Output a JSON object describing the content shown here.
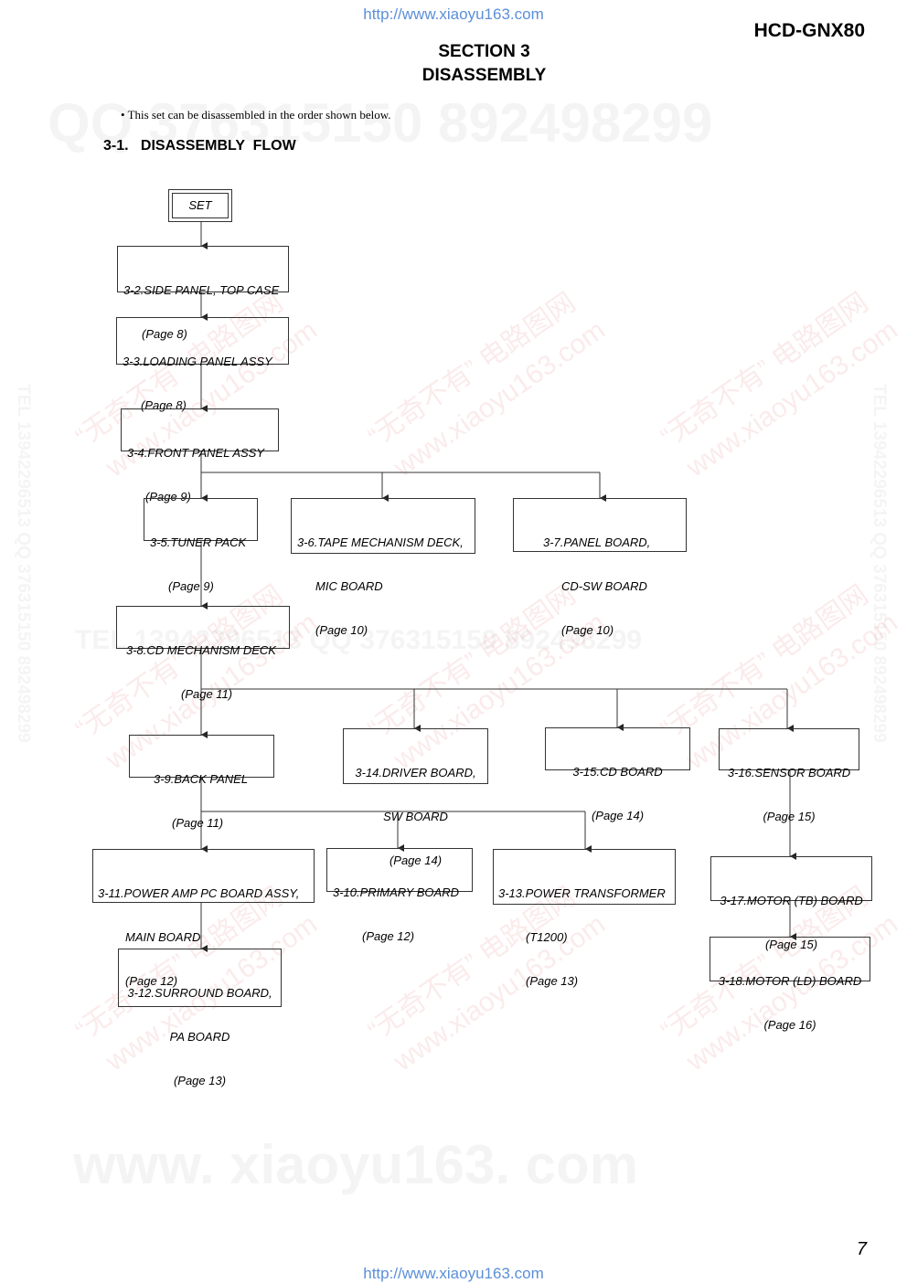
{
  "header": {
    "url_top": "http://www.xiaoyu163.com",
    "model": "HCD-GNX80",
    "section_line1": "SECTION 3",
    "section_line2": "DISASSEMBLY",
    "intro": "• This set can be disassembled in the order shown below.",
    "flow_title": "3-1.   DISASSEMBLY  FLOW"
  },
  "watermarks": {
    "qq_top": "QQ 376315150     892498299",
    "tel_mid": "TEL 13942296513    QQ 376315150  892498299",
    "www_bottom": "www. xiaoyu163. com",
    "cn_1": "“无奇不有” 电路图网",
    "cn_2": "www.xiaoyu163.com",
    "vert_left": "TEL 13942296513  QQ 376315150  892498299",
    "vert_right": "TEL 13942296513  QQ 376315150  892498299"
  },
  "diagram": {
    "set": "SET",
    "nodes": {
      "n32": [
        "3-2.SIDE PANEL, TOP CASE",
        "(Page 8)"
      ],
      "n33": [
        "3-3.LOADING PANEL ASSY",
        "(Page 8)"
      ],
      "n34": [
        "3-4.FRONT PANEL ASSY",
        "(Page 9)"
      ],
      "n35": [
        "3-5.TUNER PACK",
        "(Page 9)"
      ],
      "n36": [
        "3-6.TAPE MECHANISM DECK,",
        "MIC BOARD",
        "(Page 10)"
      ],
      "n37": [
        "3-7.PANEL BOARD,",
        "CD-SW BOARD",
        "(Page 10)"
      ],
      "n38": [
        "3-8.CD MECHANISM DECK",
        "(Page 11)"
      ],
      "n39": [
        "3-9.BACK PANEL",
        "(Page 11)"
      ],
      "n314": [
        "3-14.DRIVER BOARD,",
        "SW BOARD",
        "(Page 14)"
      ],
      "n315": [
        "3-15.CD BOARD",
        "(Page 14)"
      ],
      "n316": [
        "3-16.SENSOR BOARD",
        "(Page 15)"
      ],
      "n311": [
        "3-11.POWER AMP PC BOARD ASSY,",
        "MAIN BOARD",
        "(Page 12)"
      ],
      "n310": [
        "3-10.PRIMARY BOARD",
        "(Page 12)"
      ],
      "n313": [
        "3-13.POWER TRANSFORMER",
        "(T1200)",
        "(Page 13)"
      ],
      "n317": [
        "3-17.MOTOR (TB) BOARD",
        "(Page 15)"
      ],
      "n312": [
        "3-12.SURROUND BOARD,",
        "PA BOARD",
        "(Page 13)"
      ],
      "n318": [
        "3-18.MOTOR (LD) BOARD",
        "(Page 16)"
      ]
    }
  },
  "footer": {
    "page_number": "7",
    "url_bottom": "http://www.xiaoyu163.com"
  }
}
